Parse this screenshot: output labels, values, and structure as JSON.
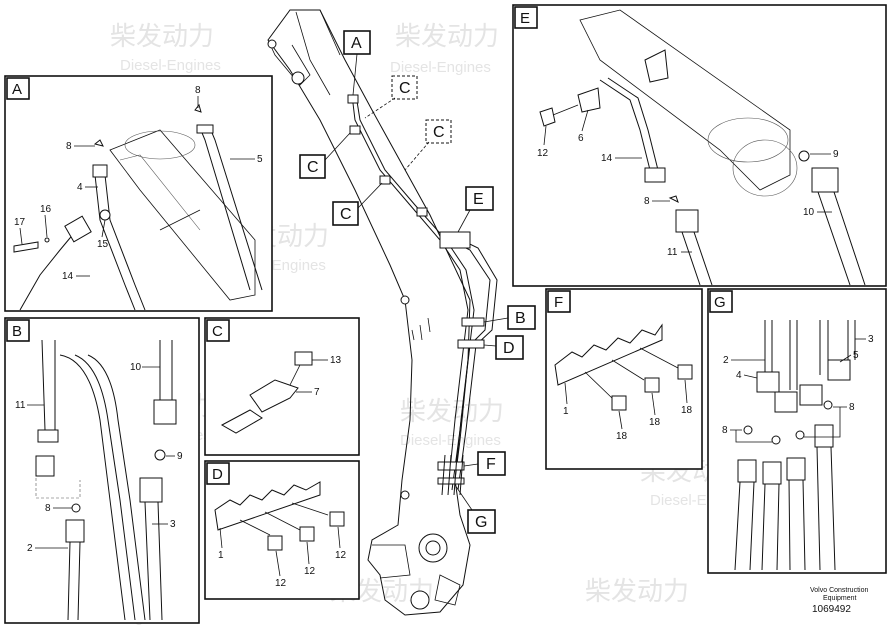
{
  "watermark": {
    "text_cn": "柴发动力",
    "text_en": "Diesel-Engines"
  },
  "main_callouts": {
    "A": "A",
    "C1": "C",
    "C2": "C",
    "C3": "C",
    "C4": "C",
    "E": "E",
    "B": "B",
    "D": "D",
    "F": "F",
    "G": "G"
  },
  "panels": {
    "A": {
      "title": "A",
      "parts": [
        "8",
        "5",
        "8",
        "4",
        "16",
        "17",
        "15",
        "14"
      ]
    },
    "B": {
      "title": "B",
      "parts": [
        "10",
        "11",
        "9",
        "8",
        "3",
        "2"
      ]
    },
    "C": {
      "title": "C",
      "parts": [
        "13",
        "7"
      ]
    },
    "D": {
      "title": "D",
      "parts": [
        "1",
        "12",
        "12",
        "12"
      ]
    },
    "E": {
      "title": "E",
      "parts": [
        "12",
        "6",
        "14",
        "9",
        "8",
        "10",
        "11"
      ]
    },
    "F": {
      "title": "F",
      "parts": [
        "1",
        "18",
        "18",
        "18"
      ]
    },
    "G": {
      "title": "G",
      "parts": [
        "3",
        "2",
        "5",
        "4",
        "8",
        "8"
      ]
    }
  },
  "footer": {
    "company": "Volvo Construction",
    "company2": "Equipment",
    "doc_number": "1069492"
  }
}
